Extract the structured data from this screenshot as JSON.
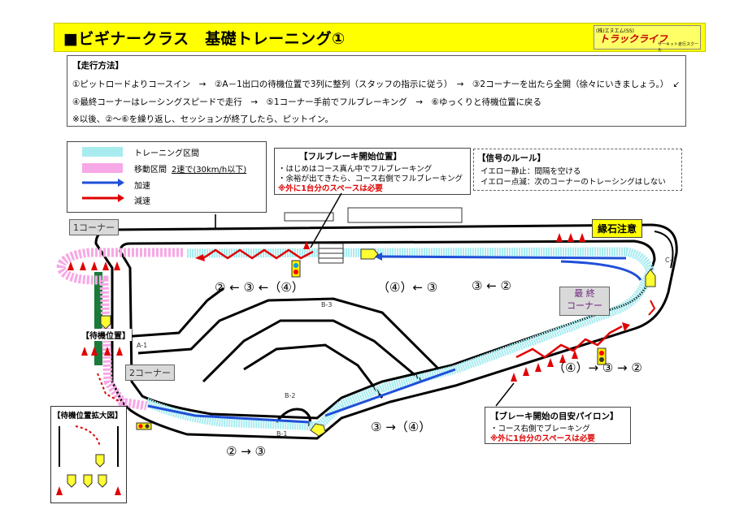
{
  "title": "■ビギナークラス　基礎トレーニング①",
  "logo": {
    "top": "(株)エヌエム(SS)",
    "main": "トラックライフ",
    "sub": "サーキット走行スクール"
  },
  "method": {
    "heading": "【走行方法】",
    "line1": "①ピットロードよりコースイン　→　②A－1出口の待機位置で3列に整列（スタッフの指示に従う）　→　③2コーナーを出たら全開（徐々にいきましょう。）　↙",
    "line2": "④最終コーナーはレーシングスピードで走行　→　⑤1コーナー手前でフルブレーキング　→　⑥ゆっくりと待機位置に戻る",
    "line3": "※以後、②～⑥を繰り返し、セッションが終了したら、ピットイン。"
  },
  "legend": {
    "training": "トレーニング区間",
    "move": "移動区間",
    "move_note": "2速で(30km/h以下)",
    "accel": "加速",
    "decel": "減速"
  },
  "fullbrake": {
    "heading": "【フルブレーキ開始位置】",
    "line1": "・はじめはコース真ん中でフルブレーキング",
    "line2": "・余裕が出てきたら、コース右側でフルブレーキング",
    "line3": "※外に1台分のスペースは必要"
  },
  "signal": {
    "heading": "【信号のルール】",
    "line1": "イエロー静止：間隔を空ける",
    "line2": "イエロー点滅：次のコーナーのトレーシングはしない"
  },
  "labels": {
    "corner1": "1コーナー",
    "corner2": "2コーナー",
    "final_corner_1": "最 終",
    "final_corner_2": "コーナー",
    "curb": "縁石注意",
    "waiting": "【待機位置】",
    "waiting_zoom": "【待機位置拡大図】",
    "a1": "A-1",
    "b2": "B-2",
    "b3": "B-3",
    "b1": "B-1",
    "c3": "C-3"
  },
  "pylon": {
    "heading": "【ブレーキ開始の目安パイロン】",
    "line1": "・コース右側でブレーキング",
    "line2": "※外に1台分のスペースは必要"
  },
  "sequences": {
    "s1": "② ← ③ ←（④）",
    "s2": "（④）← ③",
    "s3": "③ ← ②",
    "s4": "（④）→ ③ → ②",
    "s5": "③ →（④）",
    "s6": "② → ③"
  },
  "colors": {
    "title_bg": "#ffff00",
    "training": "#a8ecf0",
    "move": "#f7a8e6",
    "accel": "#1f4fd8",
    "decel": "#e00000"
  }
}
